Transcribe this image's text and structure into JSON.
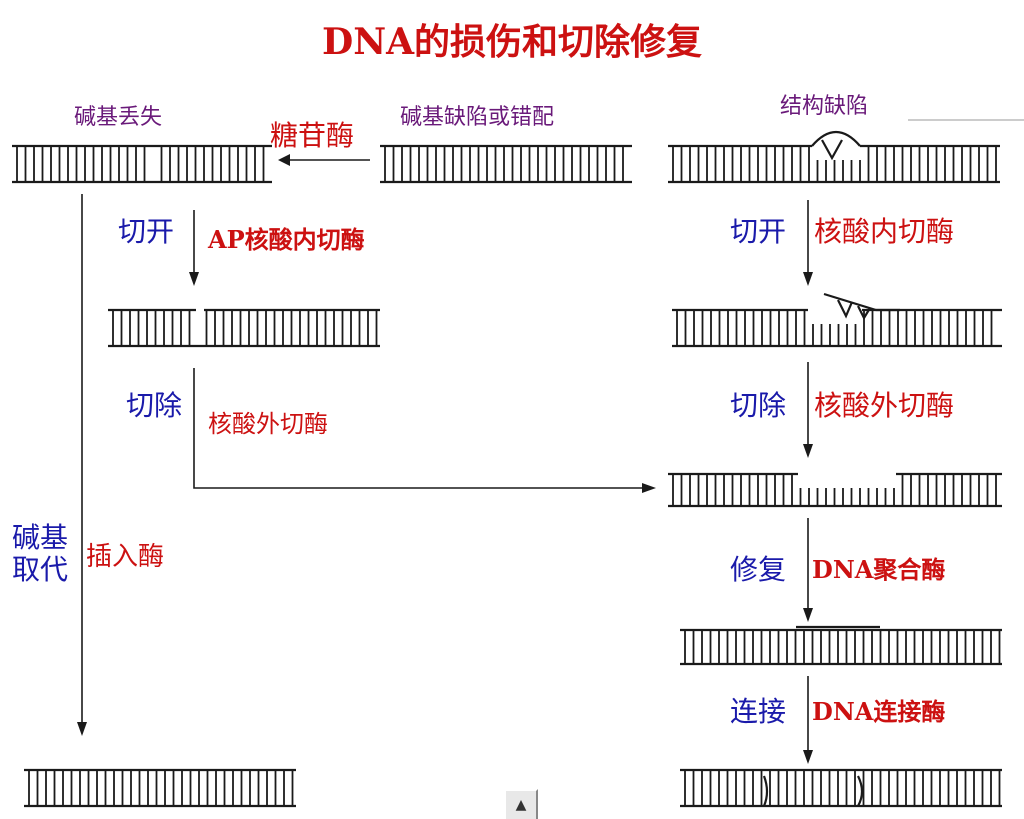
{
  "title": "DNA的损伤和切除修复",
  "labels": {
    "base_loss": "碱基丢失",
    "base_defect": "碱基缺陷或错配",
    "structural_defect": "结构缺陷",
    "glycosylase": "糖苷酶",
    "cut_left": "切开",
    "ap_endonuclease": "AP核酸内切酶",
    "excise_left": "切除",
    "exonuclease_left": "核酸外切酶",
    "base_replacement": "碱基\n取代",
    "insertase": "插入酶",
    "cut_right": "切开",
    "endonuclease_right": "核酸内切酶",
    "excise_right": "切除",
    "exonuclease_right": "核酸外切酶",
    "repair": "修复",
    "dna_polymerase": "DNA聚合酶",
    "ligate": "连接",
    "dna_ligase": "DNA连接酶"
  },
  "colors": {
    "title": "#cc1111",
    "enzyme": "#cc1111",
    "step": "#1a1aaa",
    "header": "#6a1a7a"
  },
  "scroll_button": "▲"
}
